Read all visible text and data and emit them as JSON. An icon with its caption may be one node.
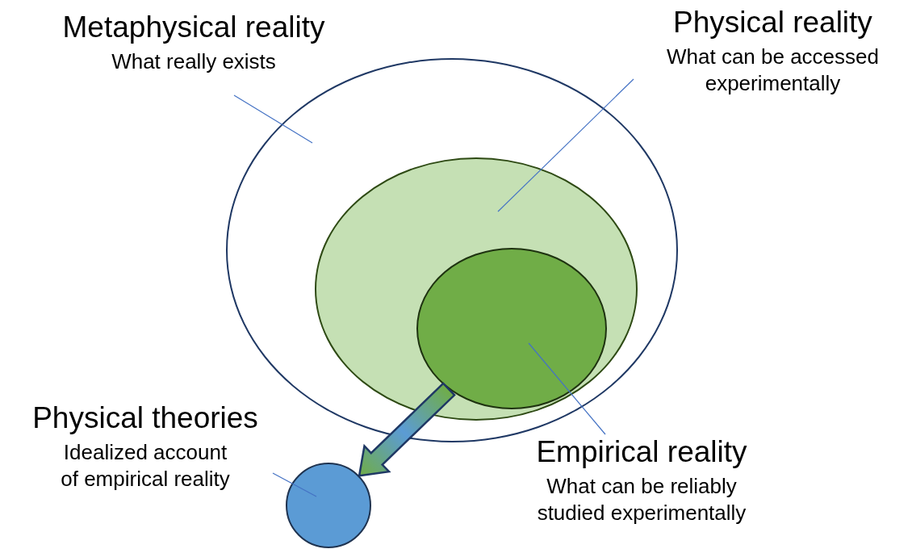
{
  "diagram": {
    "nodes": [
      {
        "text": [
          "Metaphysical reality",
          "What really exists"
        ]
      },
      {
        "text": [
          "Physical reality",
          "What can be accessed experimentally"
        ]
      },
      {
        "text": [],
        "shape": "ellipse"
      },
      {
        "text": [],
        "shape": "ellipse",
        "in": 2
      },
      {
        "text": [],
        "shape": "ellipse",
        "in": 3
      },
      {
        "text": [
          "Physical theories",
          "Idealized account of empirical reality"
        ]
      },
      {
        "text": [],
        "shape": "circle"
      },
      {
        "text": [
          "Empirical reality",
          "What can be reliably studied experimentally"
        ]
      }
    ],
    "edges": [
      {
        "from": 0,
        "to": 2,
        "arrow": "none"
      },
      {
        "from": 1,
        "to": 3,
        "arrow": "none"
      },
      {
        "from": 4,
        "to": 6,
        "arrow": "to",
        "style": "thick"
      },
      {
        "from": 5,
        "to": 6,
        "arrow": "none"
      },
      {
        "from": 7,
        "to": 4,
        "arrow": "none"
      }
    ]
  }
}
